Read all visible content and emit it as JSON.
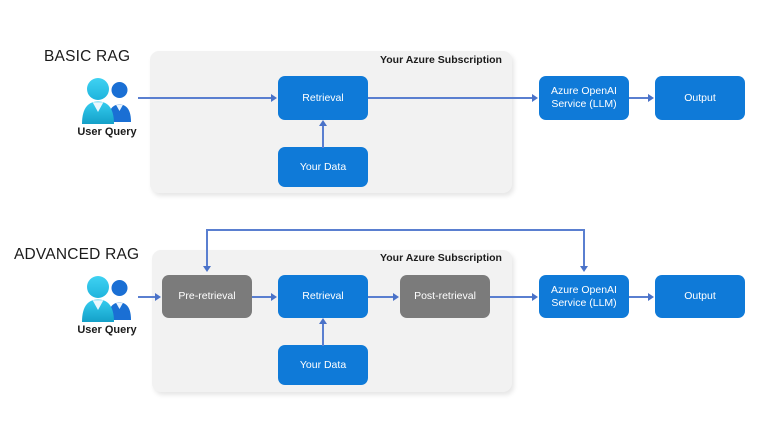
{
  "diagram": {
    "title_basic": "BASIC RAG",
    "title_advanced": "ADVANCED RAG",
    "panel_title": "Your Azure Subscription",
    "user_caption": "User Query",
    "icons": {
      "user_group": "users-icon"
    },
    "colors": {
      "node_blue": "#0f7ad8",
      "node_gray": "#7b7b7b",
      "panel_bg": "#f2f2f2",
      "arrow": "#5a7fd0",
      "canvas_bg": "#ffffff",
      "text_dark": "#1b1b1b",
      "user_front": "#29c3e8",
      "user_back": "#1a6fd4"
    }
  },
  "basic": {
    "label": "BASIC RAG",
    "panel_title": "Your Azure Subscription",
    "user_caption": "User Query",
    "nodes": {
      "retrieval": "Retrieval",
      "your_data": "Your Data",
      "llm": "Azure OpenAI\nService (LLM)",
      "output": "Output"
    }
  },
  "advanced": {
    "label": "ADVANCED RAG",
    "panel_title": "Your Azure Subscription",
    "user_caption": "User Query",
    "nodes": {
      "pre_retrieval": "Pre-retrieval",
      "retrieval": "Retrieval",
      "post_retrieval": "Post-retrieval",
      "your_data": "Your Data",
      "llm": "Azure OpenAI\nService (LLM)",
      "output": "Output"
    }
  }
}
